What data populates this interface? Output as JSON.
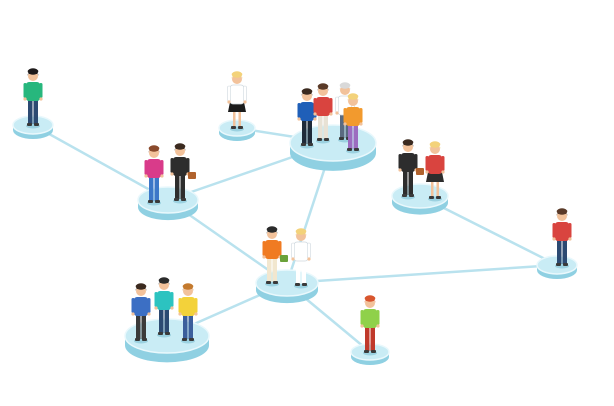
{
  "palette": {
    "background": "#ffffff",
    "line": "#b9e2ee",
    "disc_top": "#c9ecf5",
    "disc_side": "#8fd0e2",
    "disc_edge": "#e9f8fc",
    "skin": "#f2c29b",
    "hair_dark": "#3b2a1f",
    "hair_blonde": "#f3d27a",
    "hair_red": "#d8562e"
  },
  "nodes": [
    {
      "id": "node-top-left",
      "group": "single-man-green"
    },
    {
      "id": "node-top-center",
      "group": "single-woman-blonde"
    },
    {
      "id": "node-top-group",
      "group": "group-of-four"
    },
    {
      "id": "node-left-couple",
      "group": "couple-business"
    },
    {
      "id": "node-center-couple",
      "group": "couple-casual"
    },
    {
      "id": "node-right-couple",
      "group": "couple-business"
    },
    {
      "id": "node-right-single",
      "group": "single-man-red"
    },
    {
      "id": "node-bottom-left-group",
      "group": "group-of-three"
    },
    {
      "id": "node-bottom-single",
      "group": "single-woman-redhead"
    }
  ],
  "people": [
    {
      "node": "node-top-left",
      "shirt": "#27b77d",
      "pants": "#2c4a72",
      "hair": "#1e1a1a"
    },
    {
      "node": "node-top-center",
      "shirt": "#ffffff",
      "pants": "#1c1c1c",
      "hair": "#f3d27a",
      "skirt": true
    },
    {
      "node": "node-top-group",
      "shirt": "#1f5fb8",
      "pants": "#1f2b3a",
      "hair": "#3b2a1f"
    },
    {
      "node": "node-top-group",
      "shirt": "#d9443f",
      "pants": "#e8e2d5",
      "hair": "#5a3a28"
    },
    {
      "node": "node-top-group",
      "shirt": "#ffffff",
      "pants": "#5a6a80",
      "hair": "#d9d9d9"
    },
    {
      "node": "node-top-group",
      "shirt": "#f29a2e",
      "pants": "#9c6dc0",
      "hair": "#f3d27a"
    },
    {
      "node": "node-left-couple",
      "shirt": "#d93b8a",
      "pants": "#3c77c8",
      "hair": "#8a4a2c"
    },
    {
      "node": "node-left-couple",
      "shirt": "#2d2d2d",
      "pants": "#2d2d2d",
      "hair": "#3b2a1f",
      "bag": "#b0622d"
    },
    {
      "node": "node-center-couple",
      "shirt": "#f07b22",
      "pants": "#f2e7cf",
      "hair": "#2b2b2b",
      "bag": "#6aa23a"
    },
    {
      "node": "node-center-couple",
      "shirt": "#ffffff",
      "pants": "#ffffff",
      "hair": "#f3d27a"
    },
    {
      "node": "node-right-couple",
      "shirt": "#2d2d2d",
      "pants": "#2d2d2d",
      "hair": "#3b2a1f",
      "bag": "#b0622d"
    },
    {
      "node": "node-right-couple",
      "shirt": "#d9443f",
      "pants": "#2d2d2d",
      "hair": "#f3d27a",
      "skirt": true
    },
    {
      "node": "node-right-single",
      "shirt": "#d9443f",
      "pants": "#2c4a72",
      "hair": "#5a3a28"
    },
    {
      "node": "node-bottom-left-group",
      "shirt": "#3c6fc4",
      "pants": "#3a3a3a",
      "hair": "#3b2a1f"
    },
    {
      "node": "node-bottom-left-group",
      "shirt": "#2cc3c0",
      "pants": "#2c4a72",
      "hair": "#2b2b2b"
    },
    {
      "node": "node-bottom-left-group",
      "shirt": "#f3d23a",
      "pants": "#3b5f9c",
      "hair": "#c47a2e"
    },
    {
      "node": "node-bottom-single",
      "shirt": "#8fd14a",
      "pants": "#c0392b",
      "hair": "#d8562e"
    }
  ],
  "connections": [
    [
      "node-top-left",
      "node-left-couple"
    ],
    [
      "node-top-center",
      "node-top-group"
    ],
    [
      "node-left-couple",
      "node-top-group"
    ],
    [
      "node-left-couple",
      "node-center-couple"
    ],
    [
      "node-top-group",
      "node-center-couple"
    ],
    [
      "node-center-couple",
      "node-right-single"
    ],
    [
      "node-right-couple",
      "node-right-single"
    ],
    [
      "node-center-couple",
      "node-bottom-left-group"
    ],
    [
      "node-center-couple",
      "node-bottom-single"
    ]
  ]
}
